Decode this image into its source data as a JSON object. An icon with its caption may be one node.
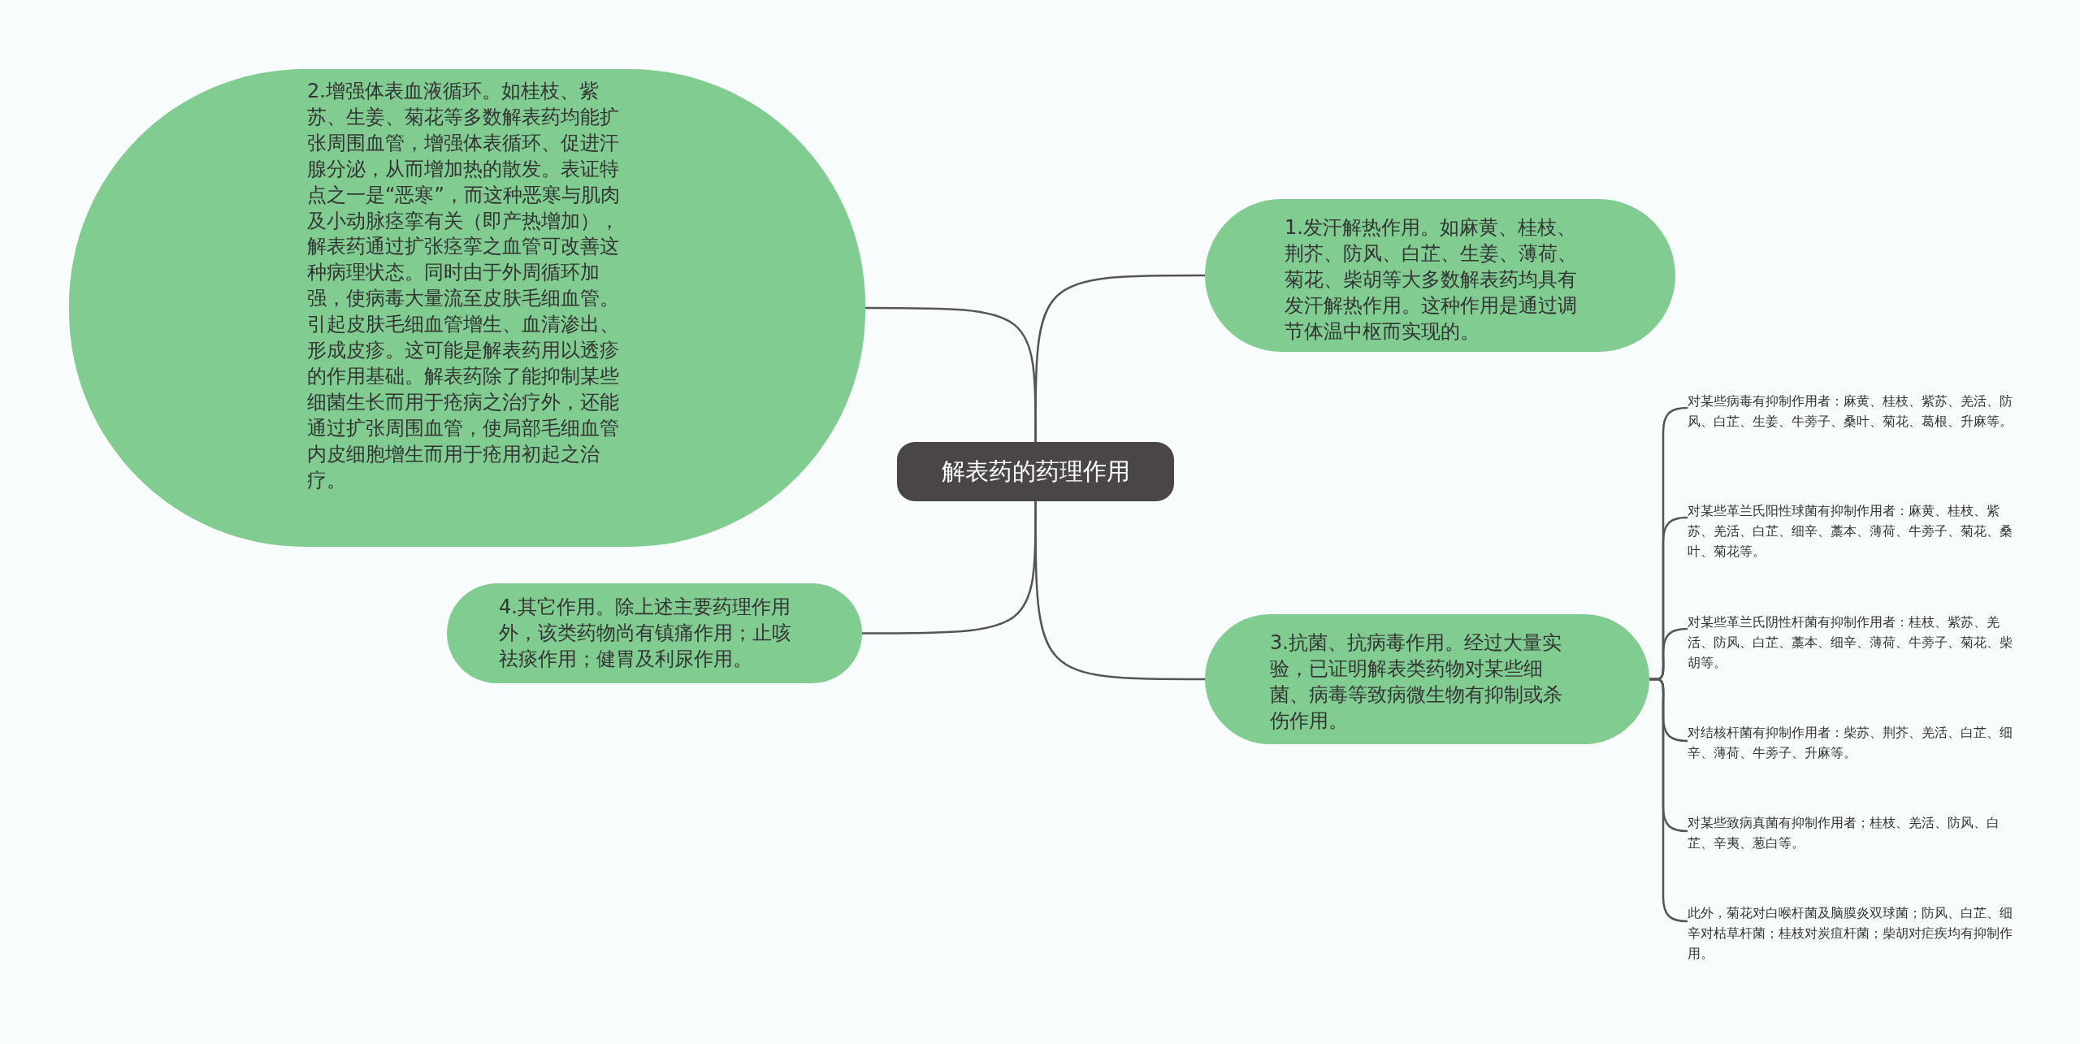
{
  "diagram": {
    "nodes": [
      {
        "text": [
          "解表药的药理作用"
        ]
      },
      {
        "text": [
          "1.发汗解热作用。如麻黄、桂枝、荆芥、防风、白芷、生姜、薄荷、菊花、柴胡等大多数解表药均具有发汗解热作用。这种作用是通过调节体温中枢而实现的。"
        ]
      },
      {
        "text": [
          "2.增强体表血液循环。如桂枝、紫苏、生姜、菊花等多数解表药均能扩张周围血管，增强体表循环、促进汗腺分泌，从而增加热的散发。表证特点之一是“恶寒”，而这种恶寒与肌肉及小动脉痉挛有关（即产热增加），解表药通过扩张痉挛之血管可改善这种病理状态。同时由于外周循环加强，使病毒大量流至皮肤毛细血管。引起皮肤毛细血管增生、血清渗出、形成皮疹。这可能是解表药用以透疹的作用基础。解表药除了能抑制某些细菌生长而用于疮病之治疗外，还能通过扩张周围血管，使局部毛细血管内皮细胞增生而用于疮用初起之治疗。"
        ]
      },
      {
        "text": [
          "3.抗菌、抗病毒作用。经过大量实验，已证明解表类药物对某些细菌、病毒等致病微生物有抑制或杀伤作用。"
        ]
      },
      {
        "text": [
          "4.其它作用。除上述主要药理作用外，该类药物尚有镇痛作用；止咳祛痰作用；健胃及利尿作用。"
        ]
      },
      {
        "text": [
          "对某些病毒有抑制作用者：麻黄、桂枝、紫苏、羌活、防风、白芷、生姜、牛蒡子、桑叶、菊花、葛根、升麻等。"
        ]
      },
      {
        "text": [
          "对某些革兰氏阳性球菌有抑制作用者：麻黄、桂枝、紫苏、羌活、白芷、细辛、藁本、薄荷、牛蒡子、菊花、桑叶、菊花等。"
        ]
      },
      {
        "text": [
          "对某些革兰氏阴性杆菌有抑制作用者：桂枝、紫苏、羌活、防风、白芷、藁本、细辛、薄荷、牛蒡子、菊花、柴胡等。"
        ]
      },
      {
        "text": [
          "对结核杆菌有抑制作用者：柴苏、荆芥、羌活、白芷、细辛、薄荷、牛蒡子、升麻等。"
        ]
      },
      {
        "text": [
          "对某些致病真菌有抑制作用者；桂枝、羌活、防风、白芷、辛夷、葱白等。"
        ]
      },
      {
        "text": [
          "此外，菊花对白喉杆菌及脑膜炎双球菌；防风、白芷、细辛对枯草杆菌；桂枝对炭疽杆菌；柴胡对疟疾均有抑制作用。"
        ]
      }
    ],
    "edges": [
      {
        "from": 0,
        "to": 1,
        "arrow": "none"
      },
      {
        "from": 0,
        "to": 2,
        "arrow": "none"
      },
      {
        "from": 0,
        "to": 3,
        "arrow": "none"
      },
      {
        "from": 0,
        "to": 4,
        "arrow": "none"
      },
      {
        "from": 3,
        "to": 5,
        "arrow": "none"
      },
      {
        "from": 3,
        "to": 6,
        "arrow": "none"
      },
      {
        "from": 3,
        "to": 7,
        "arrow": "none"
      },
      {
        "from": 3,
        "to": 8,
        "arrow": "none"
      },
      {
        "from": 3,
        "to": 9,
        "arrow": "none"
      },
      {
        "from": 3,
        "to": 10,
        "arrow": "none"
      }
    ]
  }
}
